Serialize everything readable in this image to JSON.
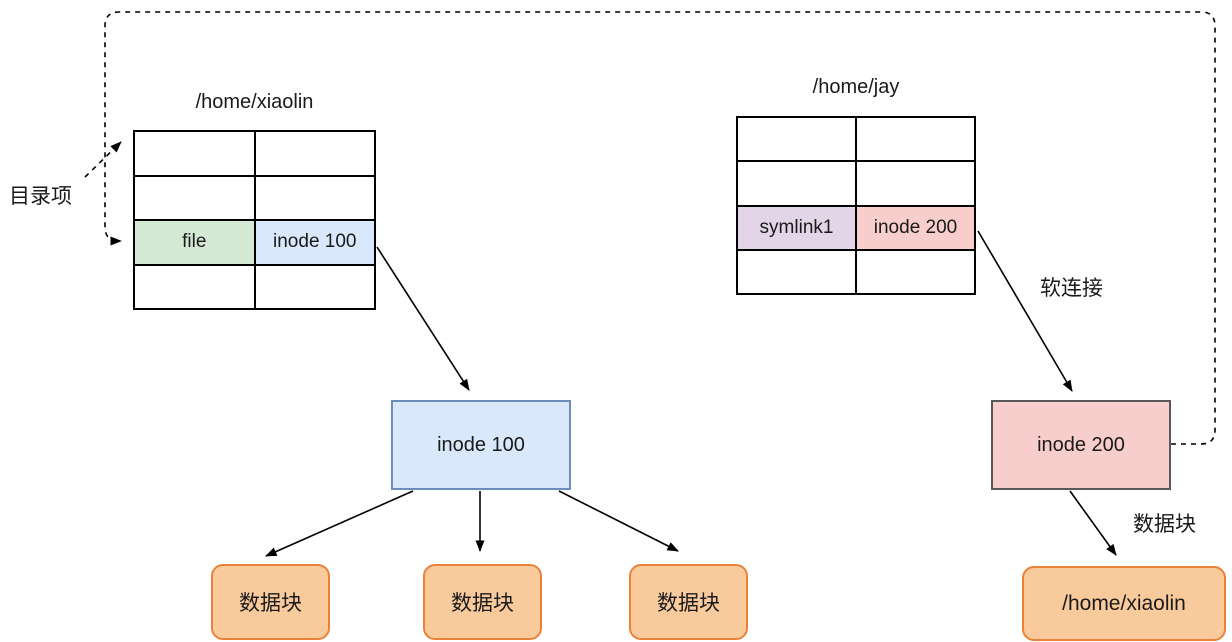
{
  "diagram": {
    "labels": {
      "dir_entry": "目录项",
      "soft_link": "软连接",
      "data_block_pointer": "数据块"
    },
    "left_table": {
      "title": "/home/xiaolin",
      "rows": 4,
      "highlighted_row": 3,
      "cells": {
        "name": "file",
        "inode": "inode 100"
      }
    },
    "right_table": {
      "title": "/home/jay",
      "rows": 4,
      "highlighted_row": 3,
      "cells": {
        "name": "symlink1",
        "inode": "inode 200"
      }
    },
    "inode100_box": "inode 100",
    "inode200_box": "inode 200",
    "data_blocks": [
      "数据块",
      "数据块",
      "数据块"
    ],
    "symlink_target_box": "/home/xiaolin",
    "colors": {
      "cell_green": "#d5e8d4",
      "cell_blue": "#dae8fc",
      "cell_purple": "#e1d5e7",
      "cell_pink": "#f8cecc",
      "inode100_border": "#6c8ebf",
      "inode200_border": "#595959",
      "data_block_fill": "#f9cb9c",
      "data_block_border": "#e8823a",
      "line_color": "#000000"
    }
  }
}
